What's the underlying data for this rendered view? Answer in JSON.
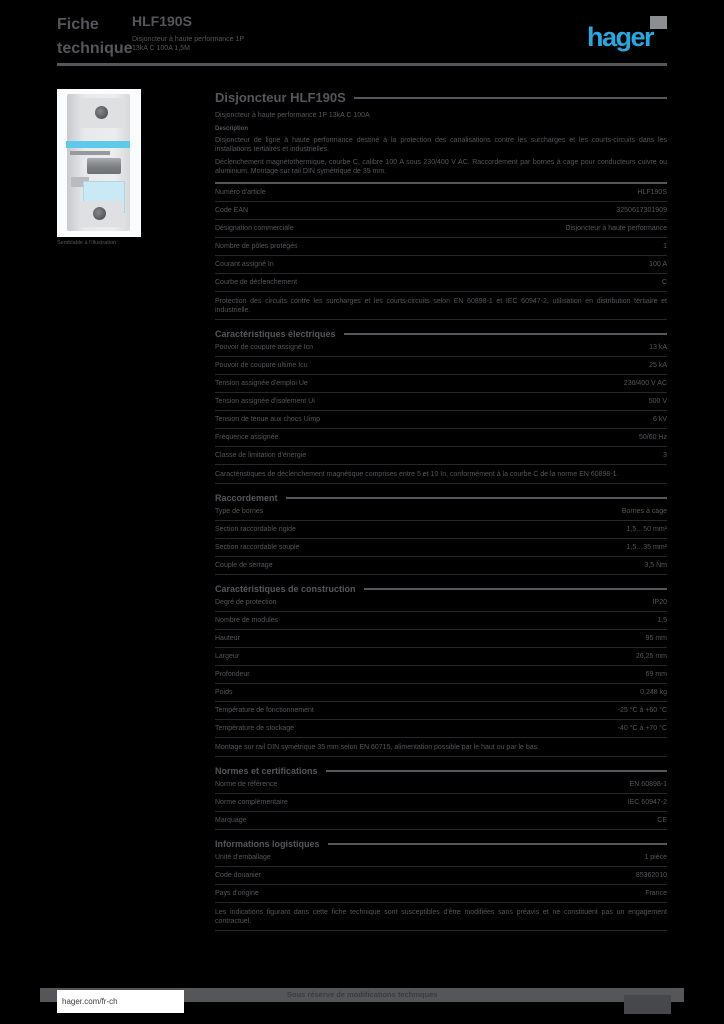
{
  "colors": {
    "background": "#000000",
    "text_gray": "#55565A",
    "brand_blue": "#29A8E0",
    "footer_bar": "#55565A",
    "breaker_band_cyan": "#5FC9EA"
  },
  "header": {
    "doc_title": "Fiche technique",
    "reference": "HLF190S",
    "subtitle": "Disjoncteur à haute performance 1P 13kA C 100A 1,5M"
  },
  "logo": {
    "text": "hager"
  },
  "product": {
    "caption": "Semblable à l'illustration"
  },
  "main": {
    "title": "Disjoncteur HLF190S",
    "subtitle": "Disjoncteur à haute performance 1P 13kA C 100A",
    "desc_label": "Description",
    "paragraphs": [
      "Disjoncteur de ligne à haute performance destiné à la protection des canalisations contre les surcharges et les courts-circuits dans les installations tertiaires et industrielles.",
      "Déclenchement magnétothermique, courbe C, calibre 100 A sous 230/400 V AC. Raccordement par bornes à cage pour conducteurs cuivre ou aluminium. Montage sur rail DIN symétrique de 35 mm."
    ],
    "sections": [
      {
        "heading": "",
        "rows": [
          {
            "label": "Numéro d'article",
            "value": "HLF190S"
          },
          {
            "label": "Code EAN",
            "value": "3250617301909"
          },
          {
            "label": "Désignation commerciale",
            "value": "Disjoncteur à haute performance"
          },
          {
            "label": "Nombre de pôles protégés",
            "value": "1"
          },
          {
            "label": "Courant assigné In",
            "value": "100 A"
          },
          {
            "label": "Courbe de déclenchement",
            "value": "C"
          },
          {
            "note": "Protection des circuits contre les surcharges et les courts-circuits selon EN 60898-1 et IEC 60947-2, utilisation en distribution tertiaire et industrielle."
          }
        ]
      },
      {
        "heading": "Caractéristiques électriques",
        "rows": [
          {
            "label": "Pouvoir de coupure assigné Icn",
            "value": "13 kA"
          },
          {
            "label": "Pouvoir de coupure ultime Icu",
            "value": "25 kA"
          },
          {
            "label": "Tension assignée d'emploi Ue",
            "value": "230/400 V AC"
          },
          {
            "label": "Tension assignée d'isolement Ui",
            "value": "500 V"
          },
          {
            "label": "Tension de tenue aux chocs Uimp",
            "value": "6 kV"
          },
          {
            "label": "Fréquence assignée",
            "value": "50/60 Hz"
          },
          {
            "label": "Classe de limitation d'énergie",
            "value": "3"
          },
          {
            "note": "Caractéristiques de déclenchement magnétique comprises entre 5 et 10 In, conformément à la courbe C de la norme EN 60898-1."
          }
        ]
      },
      {
        "heading": "Raccordement",
        "rows": [
          {
            "label": "Type de bornes",
            "value": "Bornes à cage"
          },
          {
            "label": "Section raccordable rigide",
            "value": "1,5…50 mm²"
          },
          {
            "label": "Section raccordable souple",
            "value": "1,5…35 mm²"
          },
          {
            "label": "Couple de serrage",
            "value": "3,5 Nm"
          }
        ]
      },
      {
        "heading": "Caractéristiques de construction",
        "rows": [
          {
            "label": "Degré de protection",
            "value": "IP20"
          },
          {
            "label": "Nombre de modules",
            "value": "1,5"
          },
          {
            "label": "Hauteur",
            "value": "95 mm"
          },
          {
            "label": "Largeur",
            "value": "26,25 mm"
          },
          {
            "label": "Profondeur",
            "value": "69 mm"
          },
          {
            "label": "Poids",
            "value": "0,248 kg"
          },
          {
            "label": "Température de fonctionnement",
            "value": "-25 °C à +60 °C"
          },
          {
            "label": "Température de stockage",
            "value": "-40 °C à +70 °C"
          },
          {
            "note": "Montage sur rail DIN symétrique 35 mm selon EN 60715, alimentation possible par le haut ou par le bas."
          }
        ]
      },
      {
        "heading": "Normes et certifications",
        "rows": [
          {
            "label": "Norme de référence",
            "value": "EN 60898-1"
          },
          {
            "label": "Norme complémentaire",
            "value": "IEC 60947-2"
          },
          {
            "label": "Marquage",
            "value": "CE"
          }
        ]
      },
      {
        "heading": "Informations logistiques",
        "rows": [
          {
            "label": "Unité d'emballage",
            "value": "1 pièce"
          },
          {
            "label": "Code douanier",
            "value": "85362010"
          },
          {
            "label": "Pays d'origine",
            "value": "France"
          },
          {
            "note": "Les indications figurant dans cette fiche technique sont susceptibles d'être modifiées sans préavis et ne constituent pas un engagement contractuel."
          }
        ]
      }
    ]
  },
  "footer": {
    "website": "hager.com/fr-ch",
    "notice": "Sous réserve de modifications techniques"
  }
}
